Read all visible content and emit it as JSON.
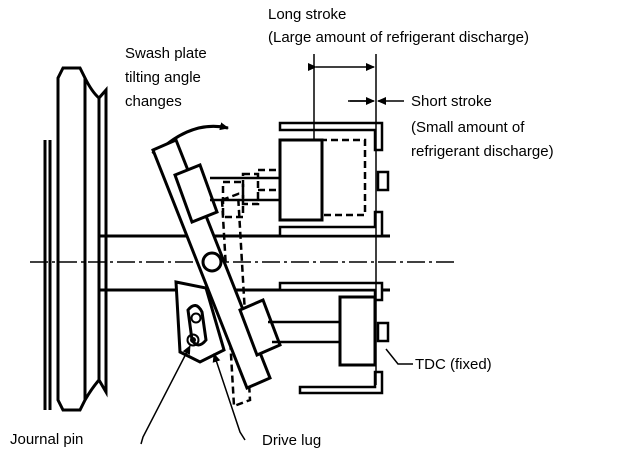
{
  "labels": {
    "long_stroke": {
      "line1": "Long stroke",
      "line2": "(Large amount of refrigerant discharge)"
    },
    "swash_plate": {
      "line1": "Swash plate",
      "line2": "tilting angle",
      "line3": "changes"
    },
    "short_stroke": {
      "line1": "Short stroke",
      "line2": "(Small amount of",
      "line3": "refrigerant discharge)"
    },
    "tdc": "TDC (fixed)",
    "journal_pin": "Journal pin",
    "drive_lug": "Drive lug"
  },
  "colors": {
    "ink": "#000000",
    "background": "#ffffff"
  }
}
